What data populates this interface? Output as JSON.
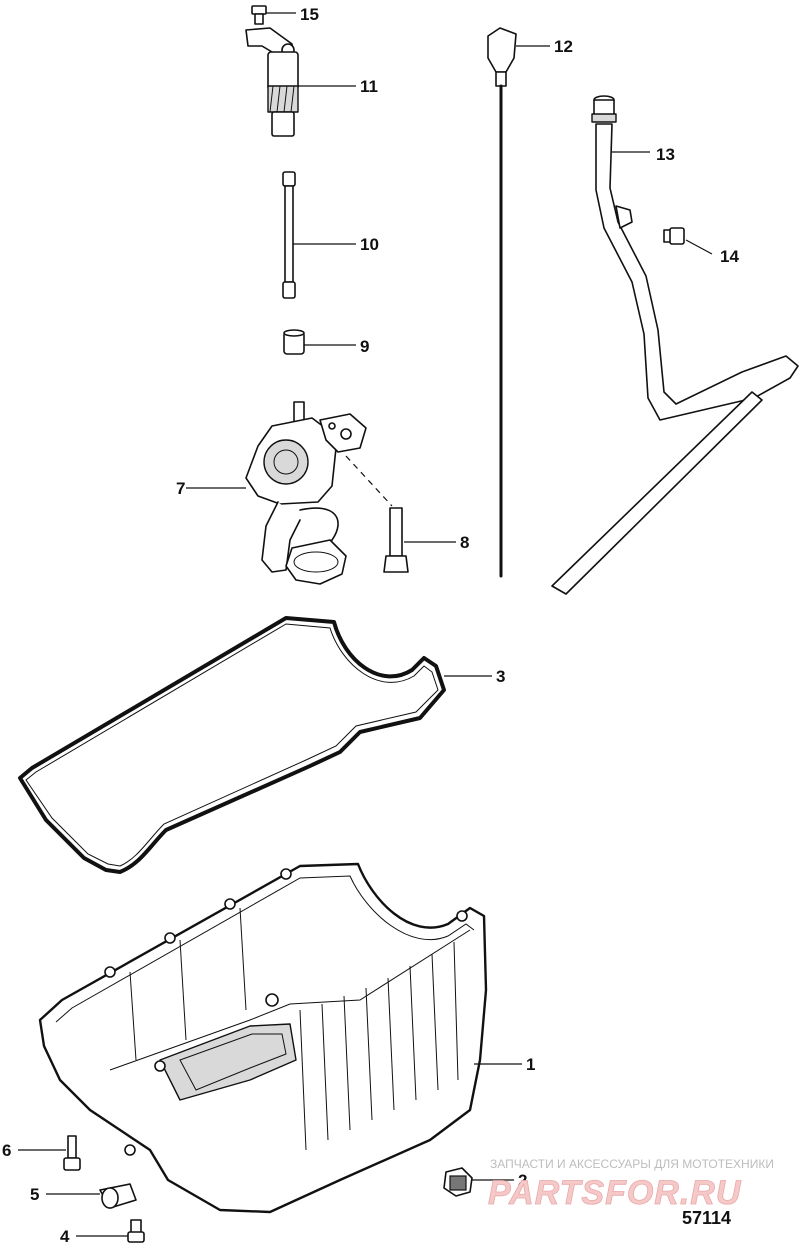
{
  "callouts": {
    "c1": "1",
    "c2": "2",
    "c3": "3",
    "c4": "4",
    "c5": "5",
    "c6": "6",
    "c7": "7",
    "c8": "8",
    "c9": "9",
    "c10": "10",
    "c11": "11",
    "c12": "12",
    "c13": "13",
    "c14": "14",
    "c15": "15"
  },
  "watermark": {
    "tagline": "ЗАПЧАСТИ И АКСЕССУАРЫ ДЛЯ МОТОТЕХНИКИ",
    "logo": "PARTSFOR.RU"
  },
  "diagram_id": "57114"
}
